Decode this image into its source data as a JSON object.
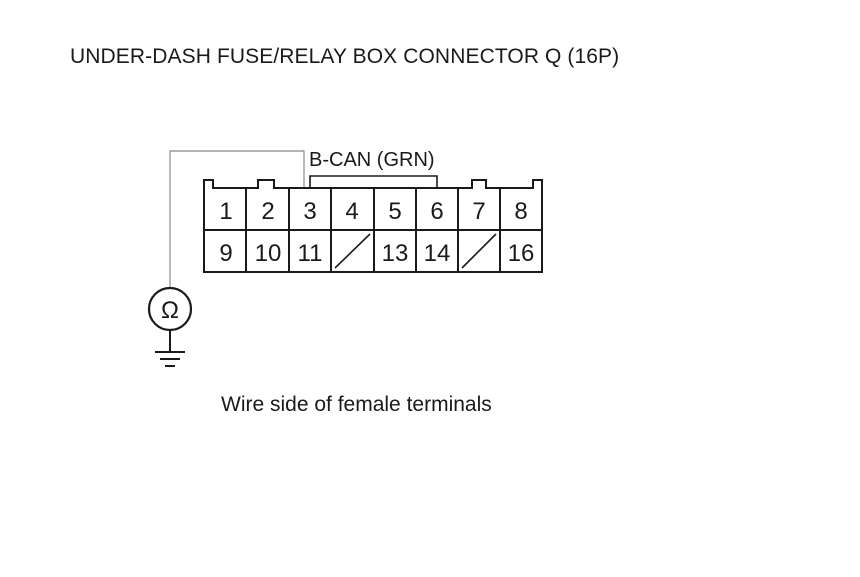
{
  "title": "UNDER-DASH FUSE/RELAY BOX CONNECTOR Q (16P)",
  "wire_label": "B-CAN (GRN)",
  "caption": "Wire side of female terminals",
  "meter_symbol": "Ω",
  "meter_icon": "ohmmeter-icon",
  "ground_icon": "ground-icon",
  "connector": {
    "top_row": [
      "1",
      "2",
      "3",
      "4",
      "5",
      "6",
      "7",
      "8"
    ],
    "bottom_row": [
      "9",
      "10",
      "11",
      "",
      "13",
      "14",
      "",
      "16"
    ],
    "empty_cavities": [
      12,
      15
    ],
    "probed_terminal": "3"
  }
}
